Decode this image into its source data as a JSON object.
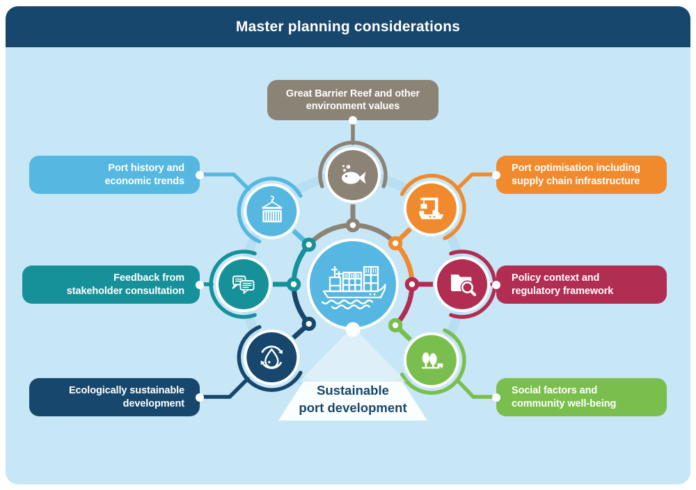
{
  "title": "Master planning considerations",
  "palette": {
    "page_background": "#FFFFFF",
    "panel_background": "#C7E7F7",
    "header_background": "#17476C",
    "header_text": "#FFFFFF",
    "ring_background": "#B7DEF2",
    "label_text": "#FFFFFF",
    "center_text": "#17476C",
    "beam_color": "#FFFFFF"
  },
  "center": {
    "icon": "cargo-ship-icon",
    "label": "Sustainable\nport development",
    "circle_color": "#55B7E2"
  },
  "nodes": [
    {
      "id": "reef",
      "label": "Great Barrier Reef and other\nenvironment values",
      "color": "#8C8377",
      "icon": "fish-icon"
    },
    {
      "id": "history",
      "label": "Port history and\neconomic trends",
      "color": "#56B8E0",
      "icon": "container-icon"
    },
    {
      "id": "feedback",
      "label": "Feedback from\nstakeholder consultation",
      "color": "#179199",
      "icon": "speech-bubbles-icon"
    },
    {
      "id": "ecological",
      "label": "Ecologically sustainable\ndevelopment",
      "color": "#17476C",
      "icon": "water-recycle-icon"
    },
    {
      "id": "optimisation",
      "label": "Port optimisation including\nsupply chain infrastructure",
      "color": "#F08A2D",
      "icon": "port-crane-icon"
    },
    {
      "id": "policy",
      "label": "Policy context and\nregulatory framework",
      "color": "#B22D52",
      "icon": "folder-search-icon"
    },
    {
      "id": "social",
      "label": "Social factors and\ncommunity well-being",
      "color": "#7ABF4D",
      "icon": "trees-icon"
    }
  ]
}
